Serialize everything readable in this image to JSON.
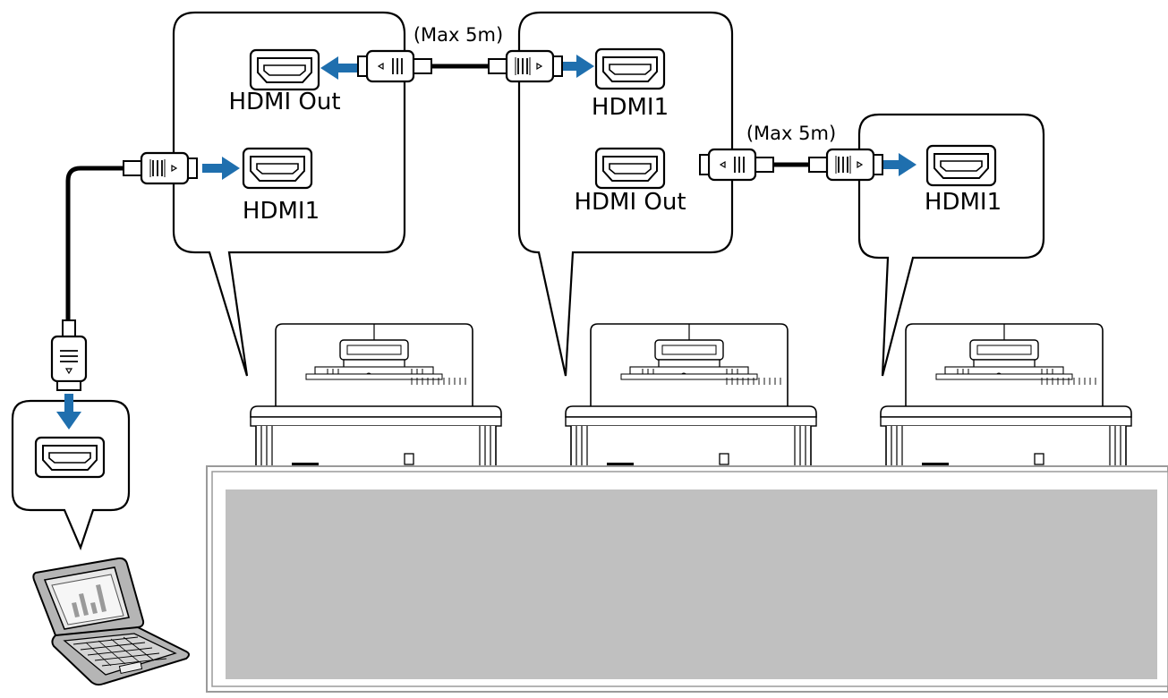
{
  "diagram": {
    "projector_1": {
      "port_out_label": "HDMI Out",
      "port_in_label": "HDMI1"
    },
    "projector_2": {
      "port_in_label": "HDMI1",
      "port_out_label": "HDMI Out"
    },
    "projector_3": {
      "port_in_label": "HDMI1"
    },
    "cable_1_2_length": "(Max 5m)",
    "cable_2_3_length": "(Max 5m)"
  },
  "colors": {
    "arrow": "#1f6fae",
    "note_panel": "#c0c0c0",
    "note_border": "#9a9a9a",
    "line": "#000000"
  },
  "icons": [
    "laptop-icon",
    "projector-icon",
    "hdmi-port-icon",
    "hdmi-plug-icon",
    "arrow-icon"
  ]
}
